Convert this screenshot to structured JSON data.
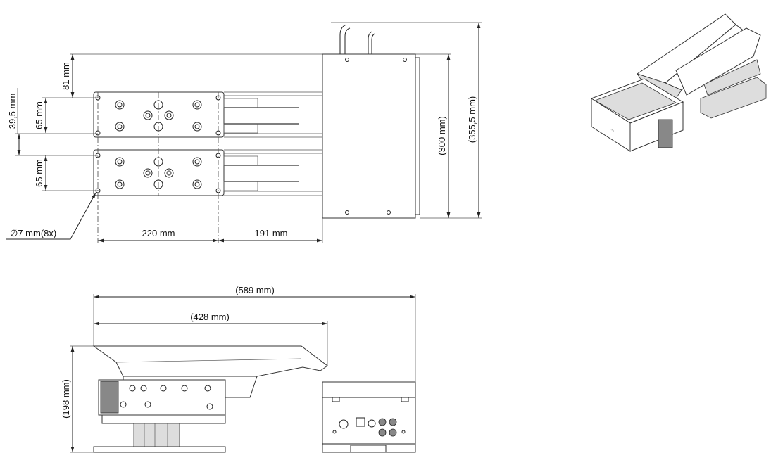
{
  "top_view": {
    "dim_offset": "81 mm",
    "dim_gap": "39,5 mm",
    "dim_plate1_width": "65 mm",
    "dim_plate2_width": "65 mm",
    "dim_hole": "∅7 mm(8x)",
    "dim_hole_spacing": "220 mm",
    "dim_rail_length": "191 mm",
    "dim_controller_height": "(300 mm)",
    "dim_overall_height": "(355,5 mm)"
  },
  "side_view": {
    "dim_overall_length": "(589 mm)",
    "dim_hopper_length": "(428 mm)",
    "dim_height": "(198 mm)"
  }
}
